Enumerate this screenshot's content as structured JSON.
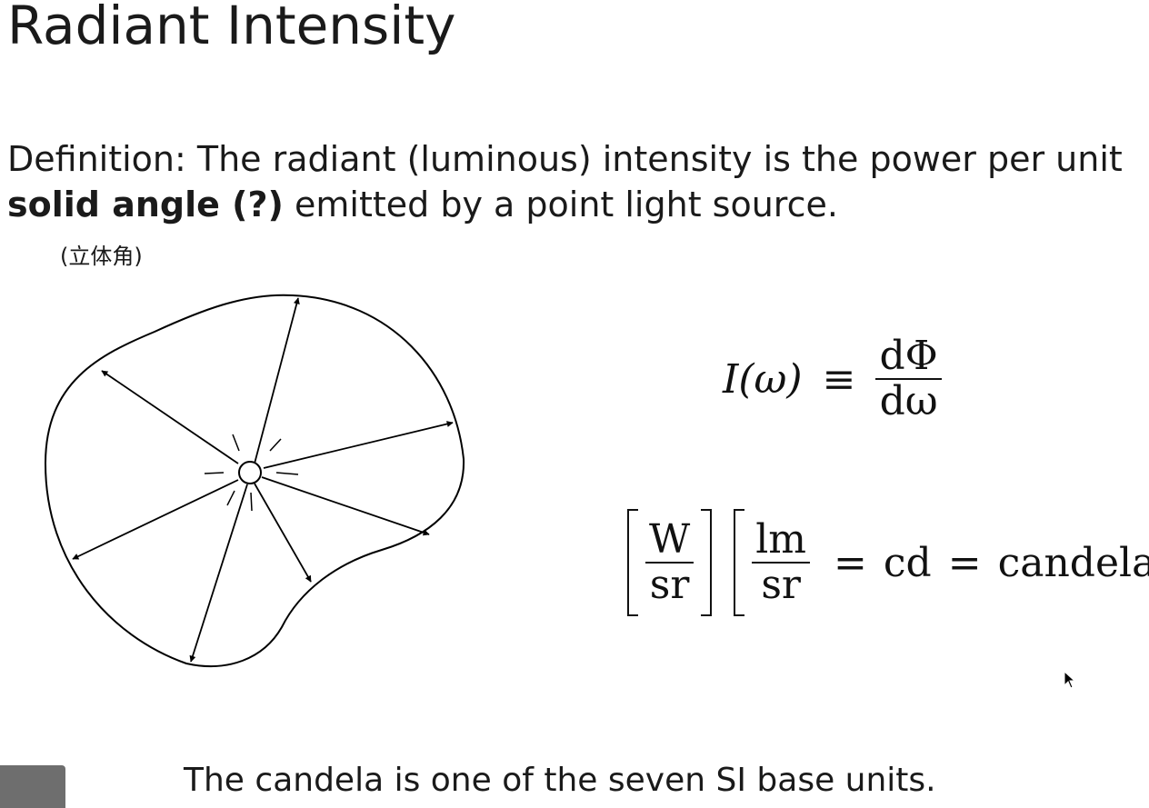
{
  "slide": {
    "title": "Radiant Intensity",
    "definition": {
      "part1": "Definition: The radiant (luminous) intensity is the power per unit",
      "bold": "solid angle (?)",
      "part2": " emitted by a point light source."
    },
    "annotation": "(立体角)",
    "formula1": {
      "lhs": "I(ω)",
      "equiv": "≡",
      "numerator": "dΦ",
      "denominator": "dω"
    },
    "formula2": {
      "unit1_num": "W",
      "unit1_den": "sr",
      "unit2_num": "lm",
      "unit2_den": "sr",
      "eq1": "=",
      "cd": "cd",
      "eq2": "=",
      "candela": "candela"
    },
    "footer": "The candela is one of the seven SI base units."
  }
}
